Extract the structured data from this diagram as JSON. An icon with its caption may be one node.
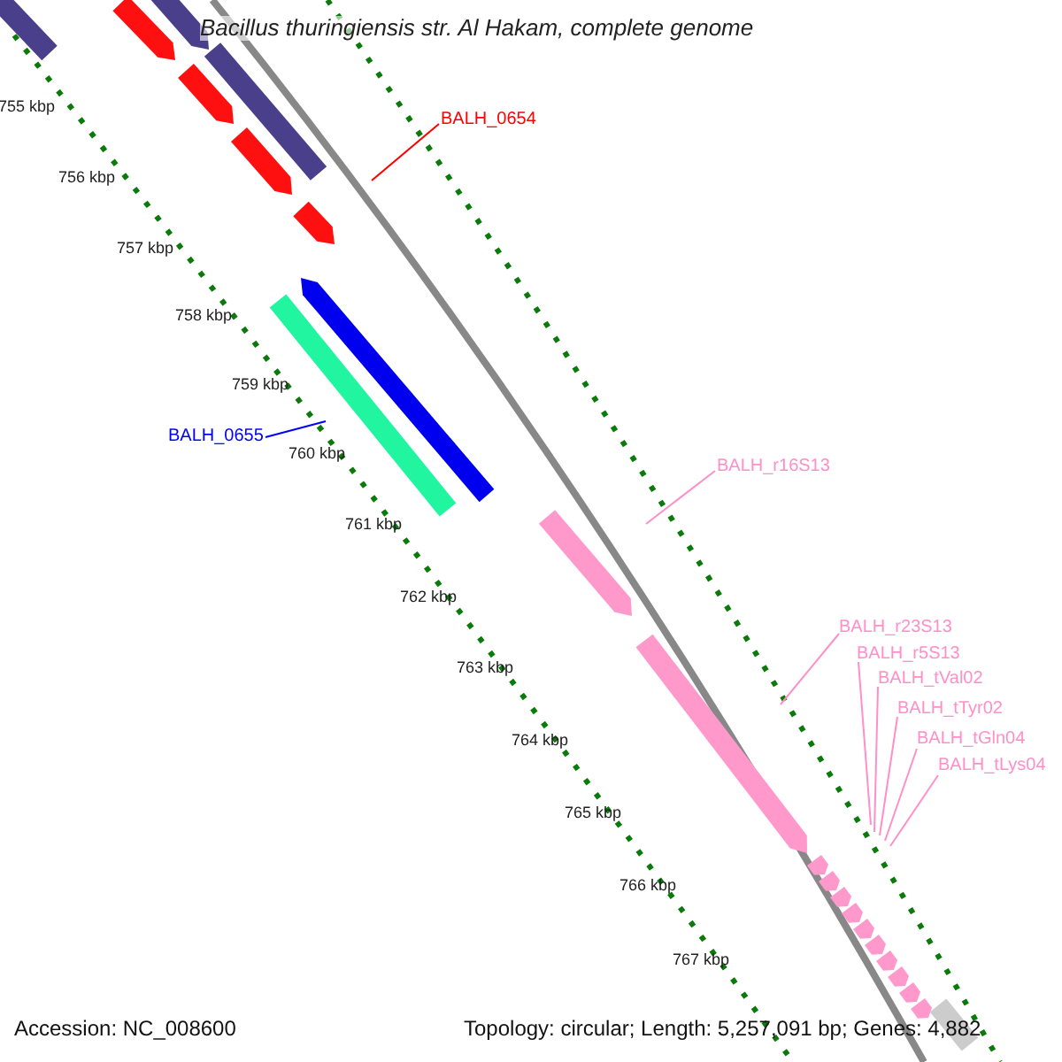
{
  "diagram": {
    "title": "Bacillus thuringiensis str. Al Hakam, complete genome",
    "nodes": [
      {
        "text": [
          "BALH_0654"
        ]
      },
      {
        "text": [
          "BALH_0655"
        ]
      },
      {
        "text": [
          "BALH_r16S13"
        ]
      },
      {
        "text": [
          "BALH_r23S13"
        ]
      },
      {
        "text": [
          "BALH_r5S13"
        ]
      },
      {
        "text": [
          "BALH_tVal02"
        ]
      },
      {
        "text": [
          "BALH_tTyr02"
        ]
      },
      {
        "text": [
          "BALH_tGln04"
        ]
      },
      {
        "text": [
          "BALH_tLys04"
        ]
      }
    ],
    "edges": [
      {
        "from": 0,
        "to": null,
        "arrow": "none",
        "color": "#ff0000"
      },
      {
        "from": 1,
        "to": null,
        "arrow": "none",
        "color": "#0000ff"
      },
      {
        "from": 2,
        "to": null,
        "arrow": "none"
      },
      {
        "from": 3,
        "to": null,
        "arrow": "none"
      },
      {
        "from": 4,
        "to": null,
        "arrow": "none"
      },
      {
        "from": 5,
        "to": null,
        "arrow": "none"
      },
      {
        "from": 6,
        "to": null,
        "arrow": "none"
      },
      {
        "from": 7,
        "to": null,
        "arrow": "none"
      },
      {
        "from": 8,
        "to": null,
        "arrow": "none"
      }
    ],
    "labels": [
      "755 kbp",
      "756 kbp",
      "757 kbp",
      "758 kbp",
      "759 kbp",
      "760 kbp",
      "761 kbp",
      "762 kbp",
      "763 kbp",
      "764 kbp",
      "765 kbp",
      "766 kbp",
      "767 kbp",
      "Accession: NC_008600",
      "Topology: circular; Length: 5,257,091 bp; Genes: 4,882"
    ]
  }
}
